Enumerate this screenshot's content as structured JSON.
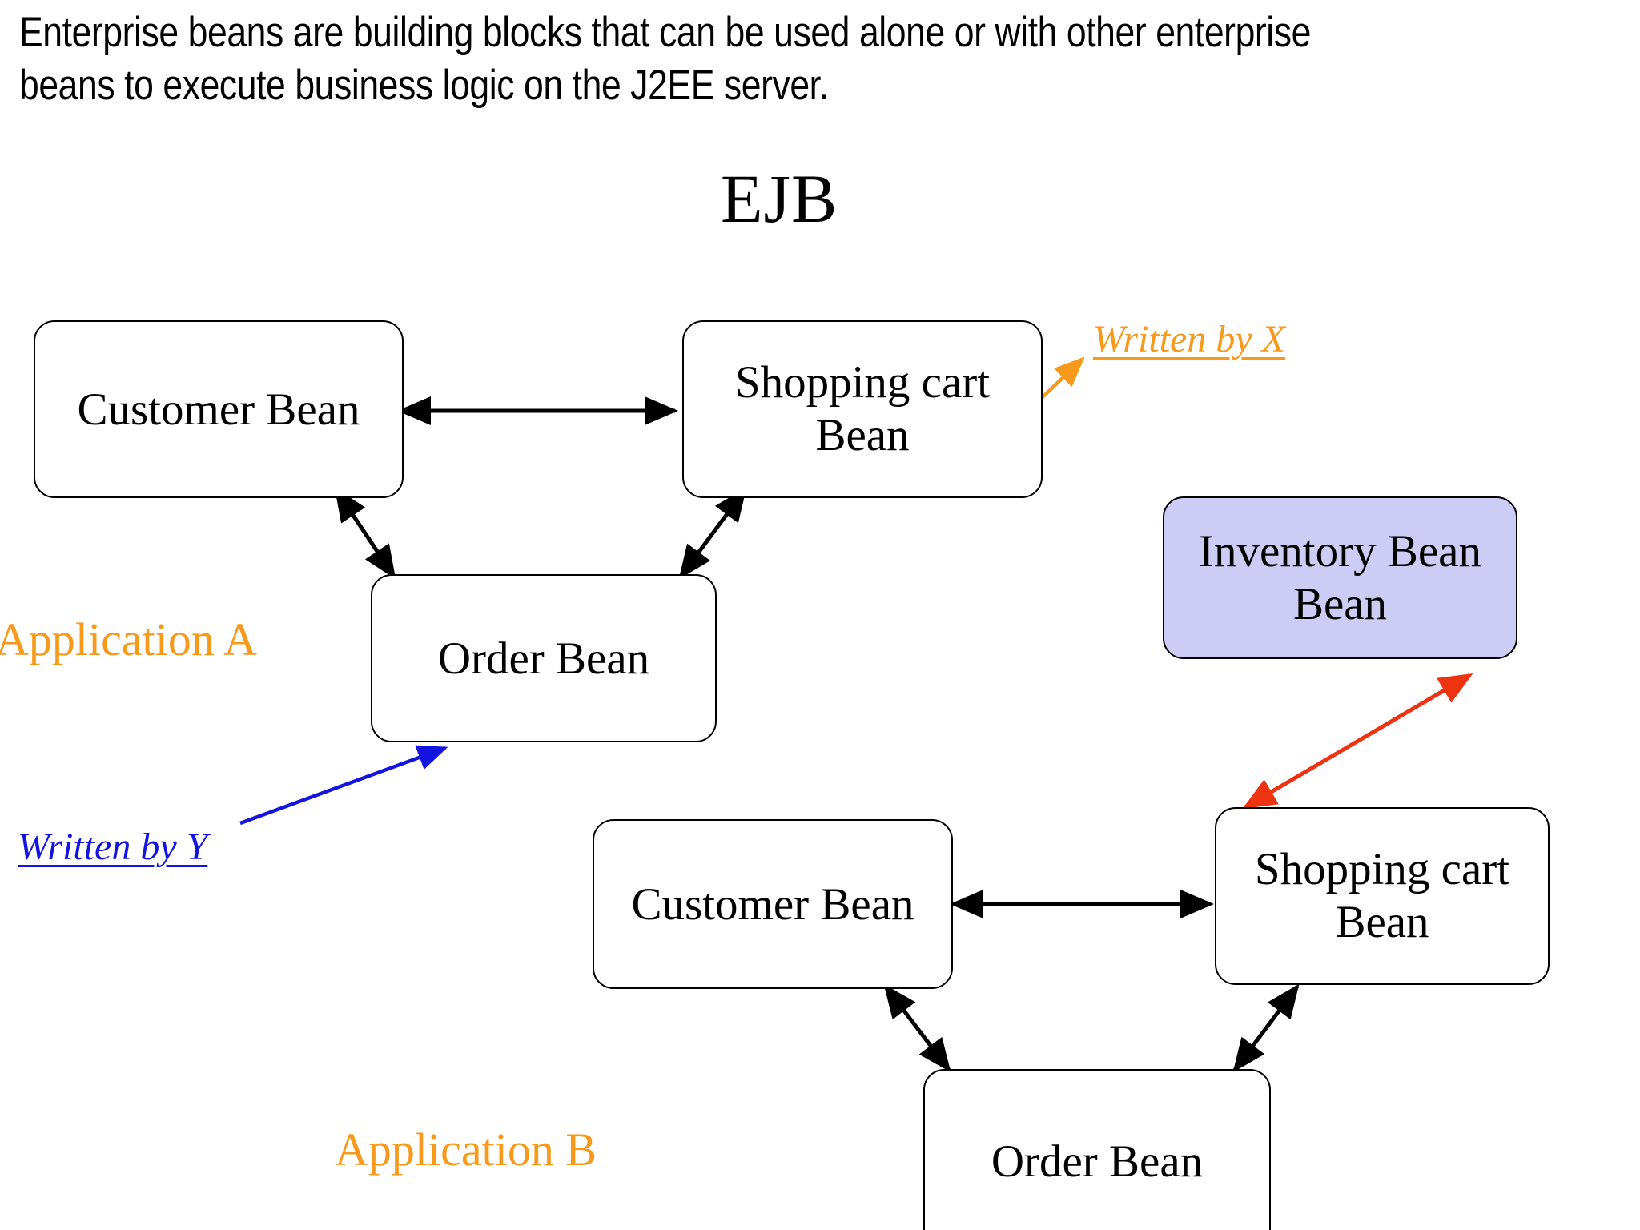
{
  "slide": {
    "intro_text": "Enterprise beans are building blocks that can be used alone or with other enterprise beans to execute business logic on the J2EE server.",
    "title": "EJB"
  },
  "labels": {
    "application_a": "Application A",
    "application_b": "Application B",
    "written_by_x": "Written by X",
    "written_by_y": "Written by Y"
  },
  "colors": {
    "orange": "#F79A1C",
    "blue": "#1414E0",
    "red": "#EE3311",
    "black": "#000000",
    "inventory_fill": "#CCCCF5",
    "box_fill": "#FFFFFF",
    "background": "#FFFFFF"
  },
  "application_a": {
    "name": "Application A",
    "beans": [
      {
        "id": "a-customer-bean",
        "label": "Customer Bean",
        "lines": [
          "Customer Bean"
        ],
        "shaded": false
      },
      {
        "id": "a-shopping-cart-bean",
        "label": "Shopping cart Bean",
        "lines": [
          "Shopping cart",
          "Bean"
        ],
        "shaded": false
      },
      {
        "id": "a-order-bean",
        "label": "Order Bean",
        "lines": [
          "Order Bean"
        ],
        "shaded": false
      }
    ]
  },
  "application_b": {
    "name": "Application B",
    "beans": [
      {
        "id": "b-customer-bean",
        "label": "Customer Bean",
        "lines": [
          "Customer Bean"
        ],
        "shaded": false
      },
      {
        "id": "b-shopping-cart-bean",
        "label": "Shopping cart Bean",
        "lines": [
          "Shopping cart",
          "Bean"
        ],
        "shaded": false
      },
      {
        "id": "b-order-bean",
        "label": "Order Bean",
        "lines": [
          "Order Bean"
        ],
        "shaded": false
      }
    ]
  },
  "shared": {
    "beans": [
      {
        "id": "inventory-bean",
        "label": "Inventory Bean Bean",
        "lines": [
          "Inventory Bean",
          "Bean"
        ],
        "shaded": true
      }
    ]
  },
  "boxes": {
    "a_customer_bean_line1": "Customer Bean",
    "a_shopping_cart_line1": "Shopping cart",
    "a_shopping_cart_line2": "Bean",
    "a_order_bean_line1": "Order Bean",
    "inventory_line1": "Inventory Bean",
    "inventory_line2": "Bean",
    "b_customer_bean_line1": "Customer Bean",
    "b_shopping_cart_line1": "Shopping cart",
    "b_shopping_cart_line2": "Bean",
    "b_order_bean_line1": "Order Bean"
  },
  "connections": [
    {
      "id": "a-customer-to-cart",
      "from": "a-customer-bean",
      "to": "a-shopping-cart-bean",
      "style": "double",
      "color": "#000000"
    },
    {
      "id": "a-customer-to-order",
      "from": "a-customer-bean",
      "to": "a-order-bean",
      "style": "double",
      "color": "#000000"
    },
    {
      "id": "a-cart-to-order",
      "from": "a-shopping-cart-bean",
      "to": "a-order-bean",
      "style": "double",
      "color": "#000000"
    },
    {
      "id": "b-customer-to-cart",
      "from": "b-customer-bean",
      "to": "b-shopping-cart-bean",
      "style": "double",
      "color": "#000000"
    },
    {
      "id": "b-customer-to-order",
      "from": "b-customer-bean",
      "to": "b-order-bean",
      "style": "double",
      "color": "#000000"
    },
    {
      "id": "b-cart-to-order",
      "from": "b-shopping-cart-bean",
      "to": "b-order-bean",
      "style": "double",
      "color": "#000000"
    },
    {
      "id": "inventory-to-b-cart",
      "from": "inventory-bean",
      "to": "b-shopping-cart-bean",
      "style": "double",
      "color": "#EE3311"
    },
    {
      "id": "written-by-x-callout",
      "from": "written-by-x",
      "to": "a-shopping-cart-bean",
      "style": "single",
      "color": "#F79A1C"
    },
    {
      "id": "written-by-y-callout",
      "from": "written-by-y",
      "to": "a-order-bean",
      "style": "single",
      "color": "#1414E0"
    }
  ]
}
